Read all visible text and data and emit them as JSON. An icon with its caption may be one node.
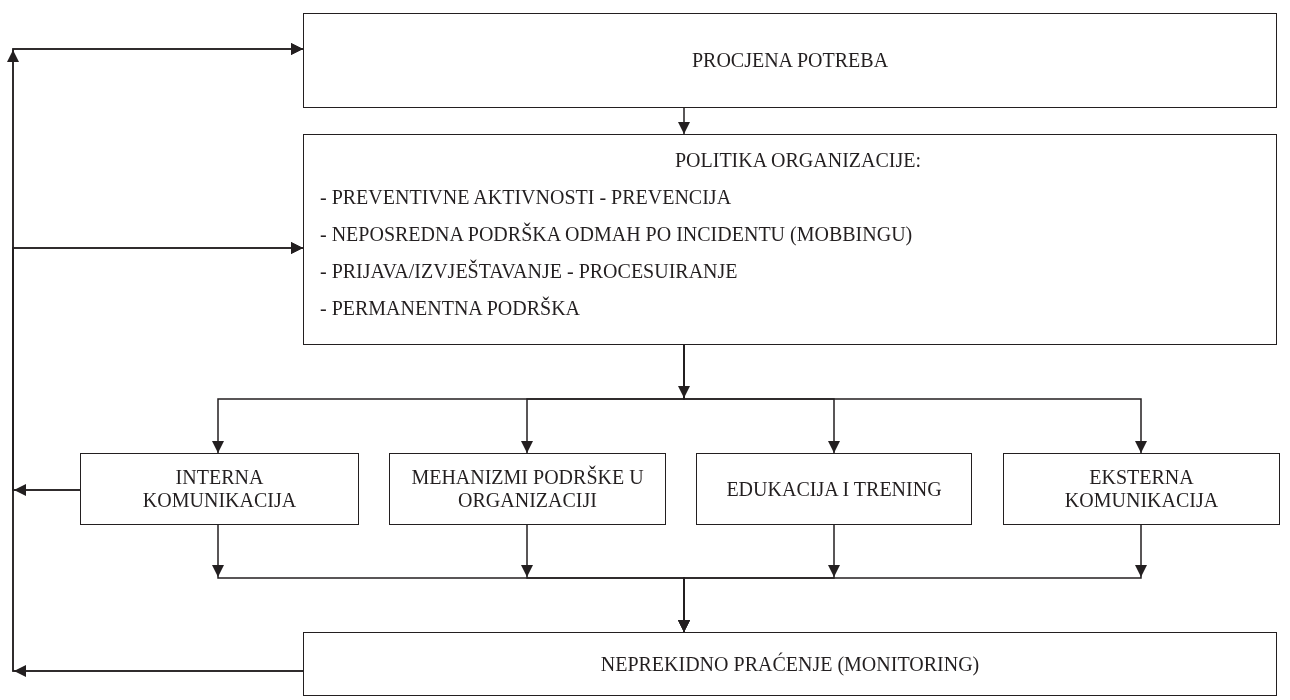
{
  "diagram": {
    "nodes": [
      {
        "text": [
          "PROCJENA POTREBA"
        ]
      },
      {
        "text": [
          "POLITIKA ORGANIZACIJE:",
          "- PREVENTIVNE AKTIVNOSTI - PREVENCIJA",
          "- NEPOSREDNA PODRŠKA ODMAH PO INCIDENTU (MOBBINGU)",
          "- PRIJAVA/IZVJEŠTAVANJE - PROCESUIRANJE",
          "- PERMANENTNA PODRŠKA"
        ]
      },
      {
        "text": [
          "INTERNA KOMUNIKACIJA"
        ]
      },
      {
        "text": [
          "MEHANIZMI PODRŠKE U ORGANIZACIJI"
        ]
      },
      {
        "text": [
          "EDUKACIJA I TRENING"
        ]
      },
      {
        "text": [
          "EKSTERNA KOMUNIKACIJA"
        ]
      },
      {
        "text": [
          "NEPREKIDNO PRAĆENJE (MONITORING)"
        ]
      }
    ],
    "edges": [
      {
        "from": 0,
        "to": 1,
        "arrow": "to"
      },
      {
        "from": 1,
        "to": 2,
        "arrow": "to"
      },
      {
        "from": 1,
        "to": 3,
        "arrow": "to"
      },
      {
        "from": 1,
        "to": 4,
        "arrow": "to"
      },
      {
        "from": 1,
        "to": 5,
        "arrow": "to"
      },
      {
        "from": 2,
        "to": 6,
        "arrow": "to"
      },
      {
        "from": 3,
        "to": 6,
        "arrow": "to"
      },
      {
        "from": 4,
        "to": 6,
        "arrow": "to"
      },
      {
        "from": 5,
        "to": 6,
        "arrow": "to"
      },
      {
        "from": 6,
        "to": 0,
        "arrow": "to"
      },
      {
        "from": 6,
        "to": 1,
        "arrow": "to"
      },
      {
        "from": 2,
        "to": 0,
        "arrow": "to"
      },
      {
        "from": 2,
        "to": 1,
        "arrow": "to"
      }
    ]
  }
}
